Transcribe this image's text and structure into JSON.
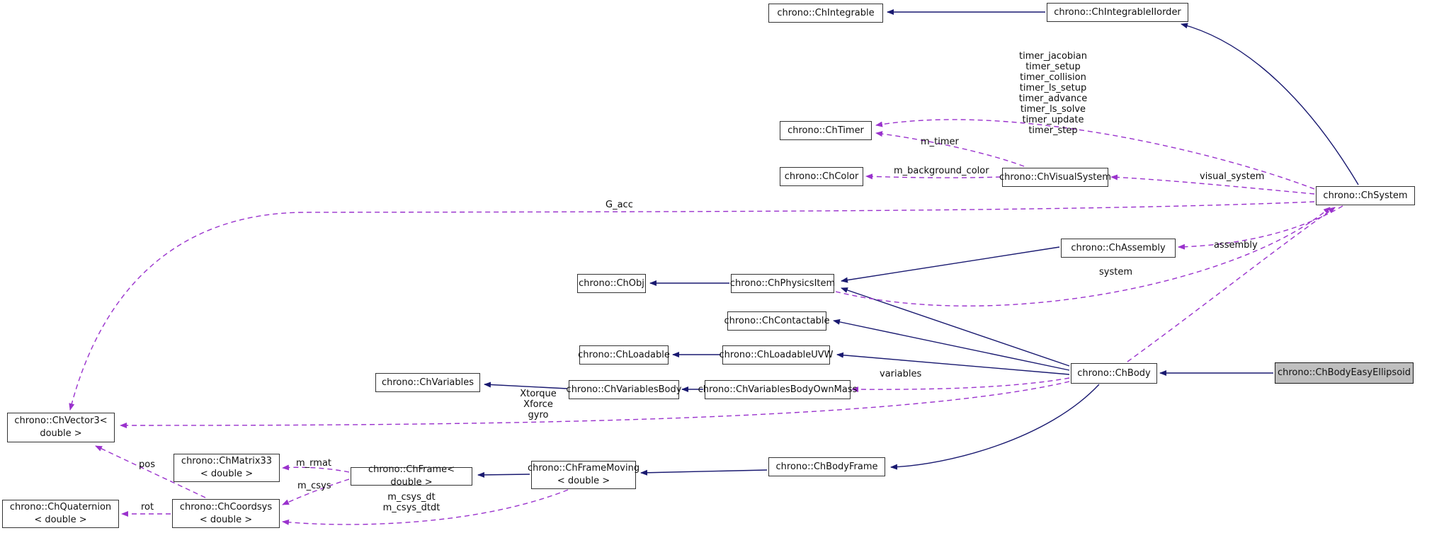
{
  "diagram": {
    "title": "chrono::ChBodyEasyEllipsoid collaboration graph",
    "colors": {
      "inheritance_edge": "#191970",
      "usage_edge": "#9a32cd",
      "node_fill": "#ffffff",
      "node_border": "#333333",
      "highlight_fill": "#bfbfbf",
      "text": "#111111"
    },
    "nodes": {
      "integrable": {
        "label": "chrono::ChIntegrable"
      },
      "integrable_ii": {
        "label": "chrono::ChIntegrableIIorder"
      },
      "timer": {
        "label": "chrono::ChTimer"
      },
      "color": {
        "label": "chrono::ChColor"
      },
      "visual": {
        "label": "chrono::ChVisualSystem"
      },
      "system": {
        "label": "chrono::ChSystem"
      },
      "assembly": {
        "label": "chrono::ChAssembly"
      },
      "obj": {
        "label": "chrono::ChObj"
      },
      "physics": {
        "label": "chrono::ChPhysicsItem"
      },
      "contactable": {
        "label": "chrono::ChContactable"
      },
      "loadable": {
        "label": "chrono::ChLoadable"
      },
      "loadable_uvw": {
        "label": "chrono::ChLoadableUVW"
      },
      "variables": {
        "label": "chrono::ChVariables"
      },
      "variables_body": {
        "label": "chrono::ChVariablesBody"
      },
      "variables_body_own_mass": {
        "label": "chrono::ChVariablesBodyOwnMass"
      },
      "body": {
        "label": "chrono::ChBody"
      },
      "body_easy_ellipsoid": {
        "label": "chrono::ChBodyEasyEllipsoid"
      },
      "vector3": {
        "label": "chrono::ChVector3<\ndouble >"
      },
      "matrix33": {
        "label": "chrono::ChMatrix33\n< double >"
      },
      "quaternion": {
        "label": "chrono::ChQuaternion\n< double >"
      },
      "coordsys": {
        "label": "chrono::ChCoordsys\n< double >"
      },
      "frame": {
        "label": "chrono::ChFrame< double >"
      },
      "frame_moving": {
        "label": "chrono::ChFrameMoving\n< double >"
      },
      "body_frame": {
        "label": "chrono::ChBodyFrame"
      }
    },
    "edge_labels": {
      "timers": "timer_jacobian\ntimer_setup\ntimer_collision\ntimer_ls_setup\ntimer_advance\ntimer_ls_solve\ntimer_update\ntimer_step",
      "m_timer": "m_timer",
      "m_background_color": "m_background_color",
      "visual_system": "visual_system",
      "assembly": "assembly",
      "system": "system",
      "g_acc": "G_acc",
      "variables": "variables",
      "body_vectors": "Xtorque\nXforce\ngyro",
      "pos": "pos",
      "rot": "rot",
      "m_rmat": "m_rmat",
      "m_csys": "m_csys",
      "m_csys_dt": "m_csys_dt\nm_csys_dtdt"
    }
  }
}
